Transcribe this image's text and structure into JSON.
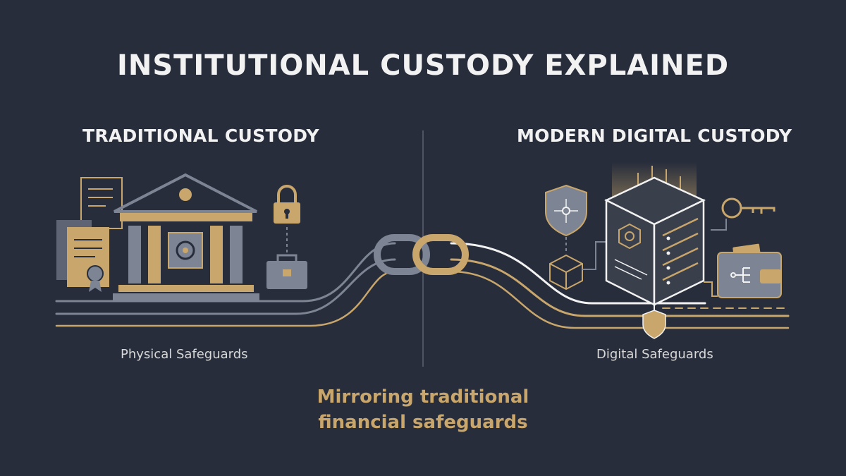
{
  "title": "INSTITUTIONAL CUSTODY EXPLAINED",
  "left": {
    "heading": "TRADITIONAL CUSTODY",
    "caption": "Physical Safeguards"
  },
  "right": {
    "heading": "MODERN DIGITAL CUSTODY",
    "caption": "Digital Safeguards"
  },
  "tagline": {
    "line1": "Mirroring traditional",
    "line2": "financial safeguards"
  },
  "colors": {
    "background": "#272d3b",
    "gold": "#c9a66b",
    "slate": "#7d8493",
    "white": "#f2f2f2"
  },
  "icons": [
    "document-icon",
    "certificate-icon",
    "bank-icon",
    "vault-icon",
    "padlock-icon",
    "briefcase-icon",
    "chain-link-icon",
    "shield-network-icon",
    "cube-icon",
    "server-icon",
    "key-icon",
    "wallet-icon",
    "shield-icon"
  ]
}
